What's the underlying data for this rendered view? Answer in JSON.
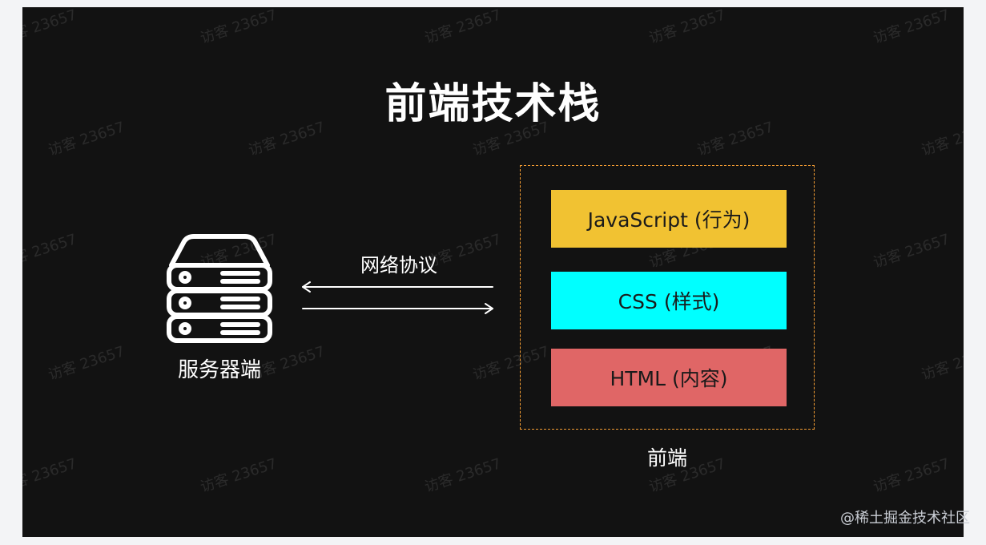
{
  "title": "前端技术栈",
  "server": {
    "label": "服务器端",
    "icon": "server-icon"
  },
  "protocol": {
    "label": "网络协议"
  },
  "frontend": {
    "label": "前端",
    "layers": [
      {
        "label": "JavaScript (行为)",
        "color": "#f1c232"
      },
      {
        "label": "CSS (样式)",
        "color": "#00ffff"
      },
      {
        "label": "HTML (内容)",
        "color": "#e06666"
      }
    ],
    "border_color": "#f39c32"
  },
  "watermark": "访客 23657",
  "site_credit": "@稀土掘金技术社区",
  "colors": {
    "background": "#121212",
    "page": "#f3f4f6",
    "text": "#ffffff"
  }
}
